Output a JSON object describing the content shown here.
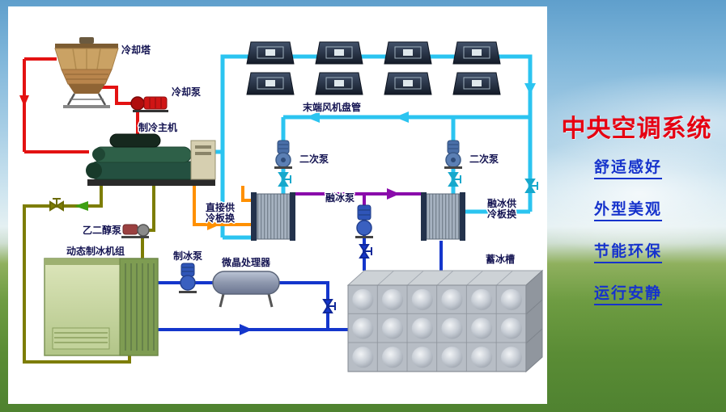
{
  "diagram": {
    "labels": {
      "cooling_tower": "冷却塔",
      "cooling_pump": "冷却泵",
      "chiller": "制冷主机",
      "fan_coil_units": "末端风机盘管",
      "secondary_pump_1": "二次泵",
      "secondary_pump_2": "二次泵",
      "melt_pump": "融冰泵",
      "direct_hx_line1": "直接供",
      "direct_hx_line2": "冷板换",
      "melt_hx_line1": "融冰供",
      "melt_hx_line2": "冷板换",
      "glycol_pump": "乙二醇泵",
      "ice_pump": "制冰泵",
      "ice_maker_unit": "动态制冰机组",
      "crystal_processor": "微晶处理器",
      "ice_storage_tank": "蓄冰槽"
    }
  },
  "sidebar": {
    "title": "中央空调系统",
    "features": [
      "舒适感好",
      "外型美观",
      "节能环保",
      "运行安静"
    ],
    "title_color": "#e60012",
    "feature_color": "#1633cc"
  },
  "colors": {
    "pipe_cooling_water": "#e31212",
    "pipe_chilled_water": "#2bc4f0",
    "pipe_glycol": "#7d7d05",
    "pipe_direct_cooling": "#ff9000",
    "pipe_melt_supply": "#8a0bab",
    "pipe_ice_water": "#1436cc",
    "panel_background": "#ffffff"
  }
}
